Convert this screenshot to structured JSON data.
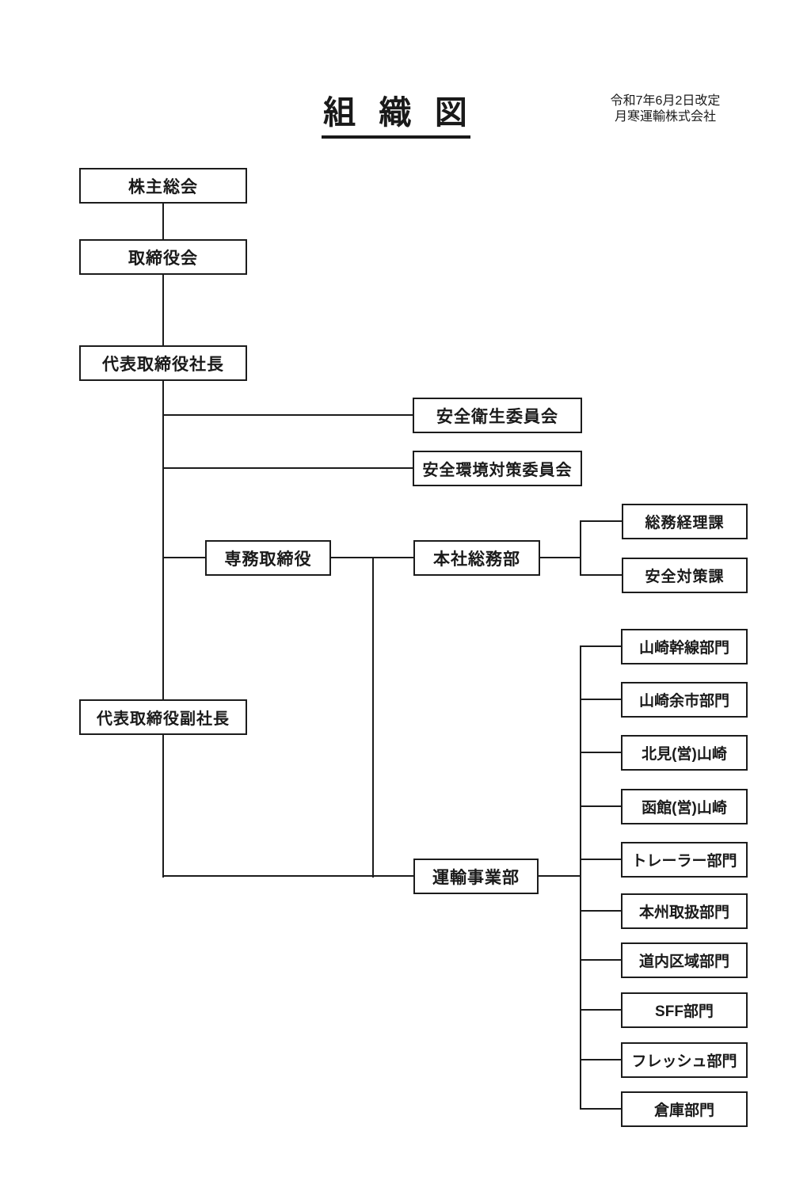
{
  "header": {
    "title": "組 織 図",
    "revision": "令和7年6月2日改定",
    "company": "月寒運輸株式会社"
  },
  "org": {
    "nodes": [
      {
        "id": "shareholders-meeting",
        "label": "株主総会"
      },
      {
        "id": "board-of-directors",
        "label": "取締役会"
      },
      {
        "id": "president",
        "label": "代表取締役社長"
      },
      {
        "id": "safety-hygiene-committee",
        "label": "安全衛生委員会"
      },
      {
        "id": "safety-environment-committee",
        "label": "安全環境対策委員会"
      },
      {
        "id": "senior-managing-director",
        "label": "専務取締役"
      },
      {
        "id": "hq-general-affairs-dept",
        "label": "本社総務部"
      },
      {
        "id": "general-accounting-section",
        "label": "総務経理課"
      },
      {
        "id": "safety-measures-section",
        "label": "安全対策課"
      },
      {
        "id": "vice-president",
        "label": "代表取締役副社長"
      },
      {
        "id": "transport-business-dept",
        "label": "運輸事業部"
      },
      {
        "id": "yamazaki-trunk-division",
        "label": "山崎幹線部門"
      },
      {
        "id": "yamazaki-yoichi-division",
        "label": "山崎余市部門"
      },
      {
        "id": "kitami-sales-yamazaki",
        "label": "北見(営)山崎"
      },
      {
        "id": "hakodate-sales-yamazaki",
        "label": "函館(営)山崎"
      },
      {
        "id": "trailer-division",
        "label": "トレーラー部門"
      },
      {
        "id": "honshu-handling-division",
        "label": "本州取扱部門"
      },
      {
        "id": "hokkaido-area-division",
        "label": "道内区域部門"
      },
      {
        "id": "sff-division",
        "label": "SFF部門"
      },
      {
        "id": "fresh-division",
        "label": "フレッシュ部門"
      },
      {
        "id": "warehouse-division",
        "label": "倉庫部門"
      }
    ],
    "edges": [
      {
        "from": "shareholders-meeting",
        "to": "board-of-directors"
      },
      {
        "from": "board-of-directors",
        "to": "president"
      },
      {
        "from": "president",
        "to": "safety-hygiene-committee"
      },
      {
        "from": "president",
        "to": "safety-environment-committee"
      },
      {
        "from": "president",
        "to": "senior-managing-director"
      },
      {
        "from": "president",
        "to": "vice-president"
      },
      {
        "from": "senior-managing-director",
        "to": "hq-general-affairs-dept"
      },
      {
        "from": "senior-managing-director",
        "to": "transport-business-dept"
      },
      {
        "from": "hq-general-affairs-dept",
        "to": "general-accounting-section"
      },
      {
        "from": "hq-general-affairs-dept",
        "to": "safety-measures-section"
      },
      {
        "from": "vice-president",
        "to": "transport-business-dept"
      },
      {
        "from": "transport-business-dept",
        "to": "yamazaki-trunk-division"
      },
      {
        "from": "transport-business-dept",
        "to": "yamazaki-yoichi-division"
      },
      {
        "from": "transport-business-dept",
        "to": "kitami-sales-yamazaki"
      },
      {
        "from": "transport-business-dept",
        "to": "hakodate-sales-yamazaki"
      },
      {
        "from": "transport-business-dept",
        "to": "trailer-division"
      },
      {
        "from": "transport-business-dept",
        "to": "honshu-handling-division"
      },
      {
        "from": "transport-business-dept",
        "to": "hokkaido-area-division"
      },
      {
        "from": "transport-business-dept",
        "to": "sff-division"
      },
      {
        "from": "transport-business-dept",
        "to": "fresh-division"
      },
      {
        "from": "transport-business-dept",
        "to": "warehouse-division"
      }
    ]
  }
}
